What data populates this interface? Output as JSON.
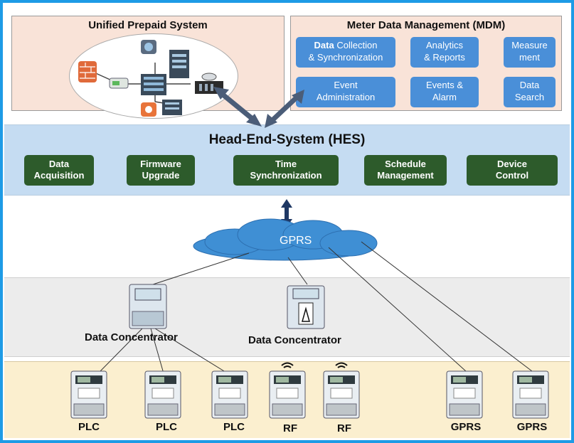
{
  "ups": {
    "title": "Unified Prepaid System"
  },
  "mdm": {
    "title": "Meter Data Management (MDM)",
    "buttons": [
      {
        "line1_bold": "Data",
        "line1": " Collection",
        "line2": "& Synchronization"
      },
      {
        "line1": "Analytics",
        "line2": "& Reports"
      },
      {
        "line1": "Measure",
        "line2": "ment"
      },
      {
        "line1": "Event",
        "line2": "Administration"
      },
      {
        "line1": "Events &",
        "line2": "Alarm"
      },
      {
        "line1": "Data",
        "line2": "Search"
      }
    ]
  },
  "hes": {
    "title": "Head-End-System (HES)",
    "buttons": [
      {
        "line1": "Data",
        "line2": "Acquisition"
      },
      {
        "line1": "Firmware",
        "line2": "Upgrade"
      },
      {
        "line1": "Time",
        "line2": "Synchronization"
      },
      {
        "line1": "Schedule",
        "line2": "Management"
      },
      {
        "line1": "Device",
        "line2": "Control"
      }
    ]
  },
  "network": {
    "label": "GPRS"
  },
  "concentrators": [
    {
      "label": "Data Concentrator"
    },
    {
      "label": "Data Concentrator"
    }
  ],
  "meters": [
    {
      "label": "PLC"
    },
    {
      "label": "PLC"
    },
    {
      "label": "PLC"
    },
    {
      "label": "RF"
    },
    {
      "label": "RF"
    },
    {
      "label": "GPRS"
    },
    {
      "label": "GPRS"
    }
  ],
  "colors": {
    "frame": "#1e9be6",
    "mdm_button": "#4a8fd8",
    "hes_button": "#2d5b2b",
    "hes_band": "#c5dcf2",
    "cloud": "#3f8fd4",
    "arrow": "#4b5d78",
    "gprs_arrow": "#1f3864"
  }
}
